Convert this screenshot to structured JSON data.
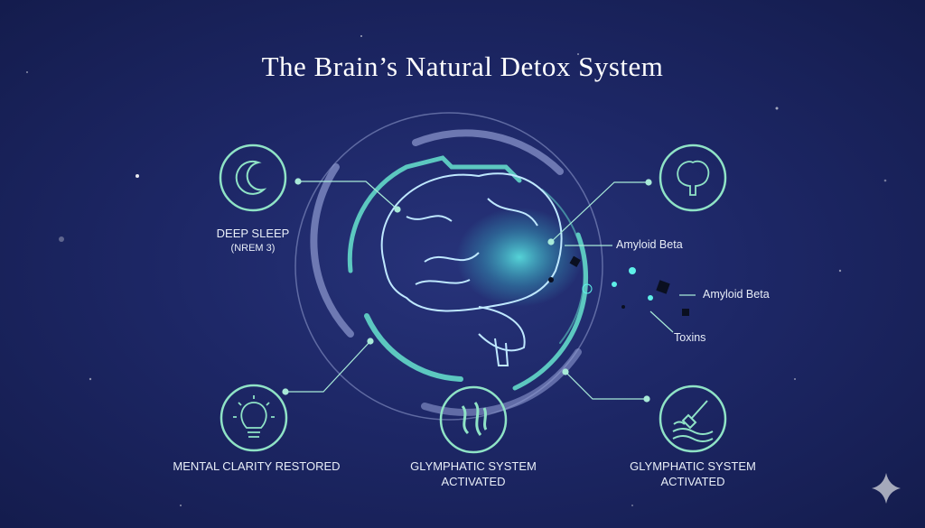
{
  "title": "The Brain’s Natural Detox System",
  "nodes": {
    "deep_sleep": {
      "label": "DEEP SLEEP",
      "sublabel": "(NREM 3)",
      "icon": "moon-icon"
    },
    "brain": {
      "icon": "brain-icon"
    },
    "mental_clarity": {
      "label": "MENTAL CLARITY RESTORED",
      "icon": "lightbulb-icon"
    },
    "glymphatic_center": {
      "label_line1": "GLYMPHATIC SYSTEM",
      "label_line2": "ACTIVATED",
      "icon": "fluid-flow-icon"
    },
    "glymphatic_right": {
      "label_line1": "GLYMPHATIC SYSTEM",
      "label_line2": "ACTIVATED",
      "icon": "brush-waves-icon"
    }
  },
  "annotations": {
    "amyloid_1": "Amyloid Beta",
    "amyloid_2": "Amyloid Beta",
    "toxins": "Toxins"
  },
  "colors": {
    "accent": "#7ee0c0",
    "ring": "#5cc8c0",
    "background": "#1d2766"
  }
}
